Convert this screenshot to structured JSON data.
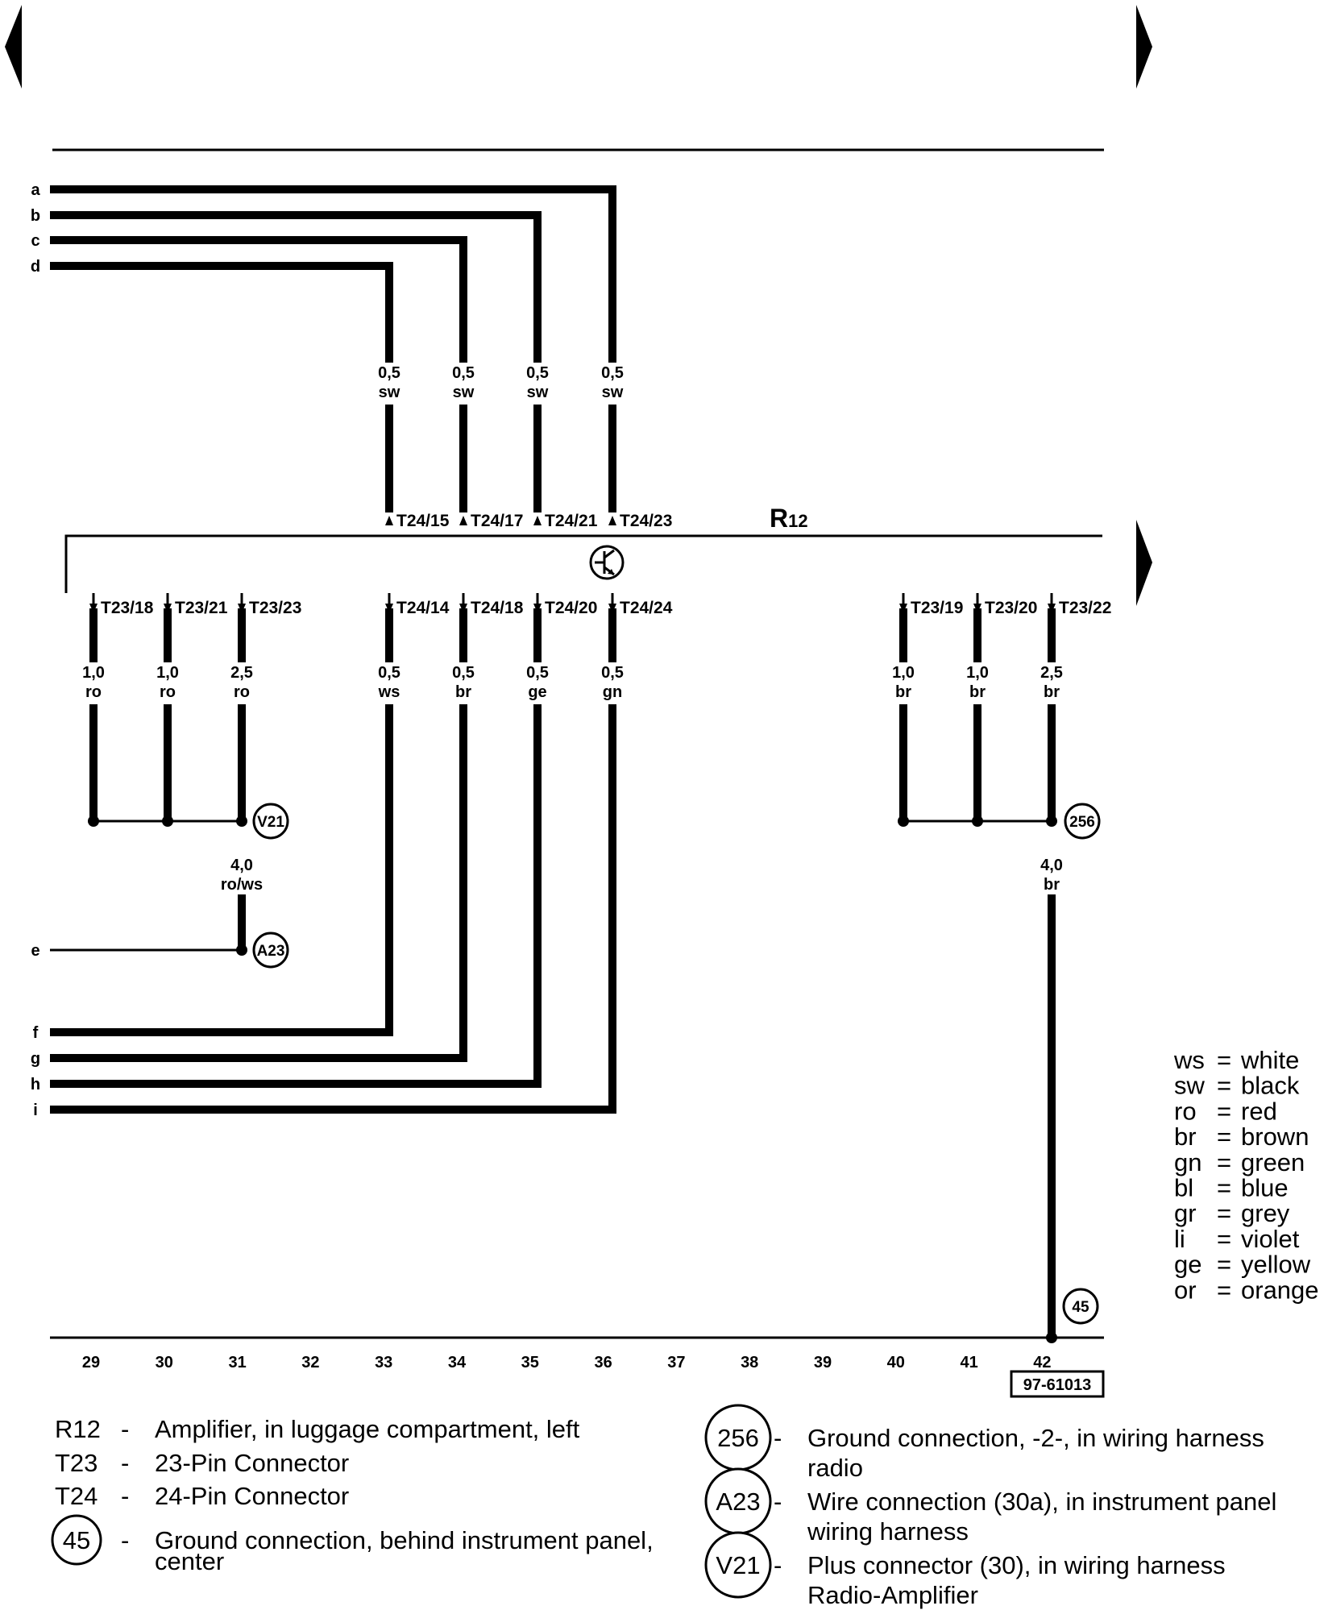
{
  "component": {
    "id": "R",
    "sub": "12"
  },
  "row_labels": [
    "a",
    "b",
    "c",
    "d",
    "e",
    "f",
    "g",
    "h",
    "i"
  ],
  "top_wires": [
    {
      "size": "0,5",
      "color": "sw",
      "terminal": "T24/15"
    },
    {
      "size": "0,5",
      "color": "sw",
      "terminal": "T24/17"
    },
    {
      "size": "0,5",
      "color": "sw",
      "terminal": "T24/21"
    },
    {
      "size": "0,5",
      "color": "sw",
      "terminal": "T24/23"
    }
  ],
  "bottom_wires": [
    {
      "size": "1,0",
      "color": "ro",
      "terminal": "T23/18"
    },
    {
      "size": "1,0",
      "color": "ro",
      "terminal": "T23/21"
    },
    {
      "size": "2,5",
      "color": "ro",
      "terminal": "T23/23"
    },
    {
      "size": "0,5",
      "color": "ws",
      "terminal": "T24/14"
    },
    {
      "size": "0,5",
      "color": "br",
      "terminal": "T24/18"
    },
    {
      "size": "0,5",
      "color": "ge",
      "terminal": "T24/20"
    },
    {
      "size": "0,5",
      "color": "gn",
      "terminal": "T24/24"
    },
    {
      "size": "1,0",
      "color": "br",
      "terminal": "T23/19"
    },
    {
      "size": "1,0",
      "color": "br",
      "terminal": "T23/20"
    },
    {
      "size": "2,5",
      "color": "br",
      "terminal": "T23/22"
    }
  ],
  "junction_wires": [
    {
      "size": "4,0",
      "color": "ro/ws"
    },
    {
      "size": "4,0",
      "color": "br"
    }
  ],
  "connection_badges": [
    "V21",
    "A23",
    "256",
    "45"
  ],
  "columns": [
    "29",
    "30",
    "31",
    "32",
    "33",
    "34",
    "35",
    "36",
    "37",
    "38",
    "39",
    "40",
    "41",
    "42"
  ],
  "diagram_ref": "97-61013",
  "color_key": [
    {
      "code": "ws",
      "eq": "=",
      "name": "white"
    },
    {
      "code": "sw",
      "eq": "=",
      "name": "black"
    },
    {
      "code": "ro",
      "eq": "=",
      "name": "red"
    },
    {
      "code": "br",
      "eq": "=",
      "name": "brown"
    },
    {
      "code": "gn",
      "eq": "=",
      "name": "green"
    },
    {
      "code": "bl",
      "eq": "=",
      "name": "blue"
    },
    {
      "code": "gr",
      "eq": "=",
      "name": "grey"
    },
    {
      "code": "li",
      "eq": "=",
      "name": "violet"
    },
    {
      "code": "ge",
      "eq": "=",
      "name": "yellow"
    },
    {
      "code": "or",
      "eq": "=",
      "name": "orange"
    }
  ],
  "legend_left": [
    {
      "code": "R12",
      "dash": "-",
      "lines": [
        "Amplifier, in luggage compartment, left"
      ]
    },
    {
      "code": "T23",
      "dash": "-",
      "lines": [
        "23-Pin Connector"
      ]
    },
    {
      "code": "T24",
      "dash": "-",
      "lines": [
        "24-Pin Connector"
      ]
    },
    {
      "code": "45",
      "dash": "-",
      "lines": [
        "Ground connection, behind instrument panel,",
        "center"
      ]
    }
  ],
  "legend_right": [
    {
      "code": "256",
      "dash": "-",
      "lines": [
        "Ground connection, -2-, in wiring harness",
        "radio"
      ]
    },
    {
      "code": "A23",
      "dash": "-",
      "lines": [
        "Wire connection (30a), in instrument panel",
        "wiring harness"
      ]
    },
    {
      "code": "V21",
      "dash": "-",
      "lines": [
        "Plus connector (30), in wiring harness",
        "Radio-Amplifier"
      ]
    }
  ]
}
